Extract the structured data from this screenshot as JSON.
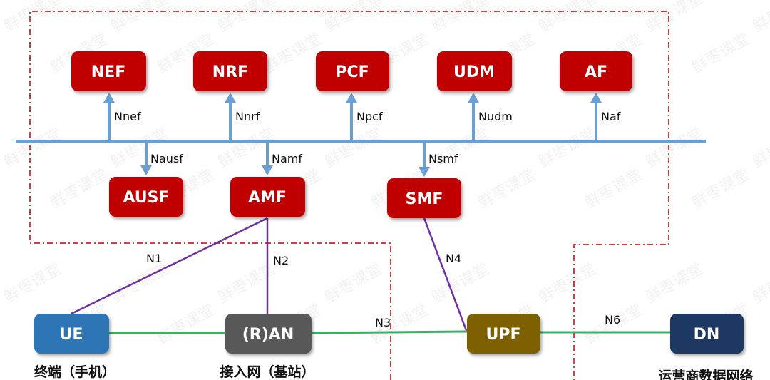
{
  "watermark": "鲜枣课堂",
  "colors": {
    "nf_red": "#c00000",
    "bus_blue": "#6a9fd3",
    "ue": "#2e75b6",
    "ran": "#595959",
    "upf": "#7f6000",
    "dn": "#1f3864",
    "control_line": "#7030a0",
    "user_line": "#2eb85c",
    "boundary": "#c00000"
  },
  "top_nfs": [
    {
      "name": "NEF",
      "iface": "Nnef"
    },
    {
      "name": "NRF",
      "iface": "Nnrf"
    },
    {
      "name": "PCF",
      "iface": "Npcf"
    },
    {
      "name": "UDM",
      "iface": "Nudm"
    },
    {
      "name": "AF",
      "iface": "Naf"
    }
  ],
  "bottom_nfs": [
    {
      "name": "AUSF",
      "iface": "Nausf"
    },
    {
      "name": "AMF",
      "iface": "Namf"
    },
    {
      "name": "SMF",
      "iface": "Nsmf"
    }
  ],
  "nodes": {
    "ue": "UE",
    "ran": "(R)AN",
    "upf": "UPF",
    "dn": "DN"
  },
  "links": {
    "n1": "N1",
    "n2": "N2",
    "n3": "N3",
    "n4": "N4",
    "n6": "N6"
  },
  "captions": {
    "ue": "终端（手机）",
    "ran": "接入网（基站）",
    "dn": "运营商数据网络"
  }
}
